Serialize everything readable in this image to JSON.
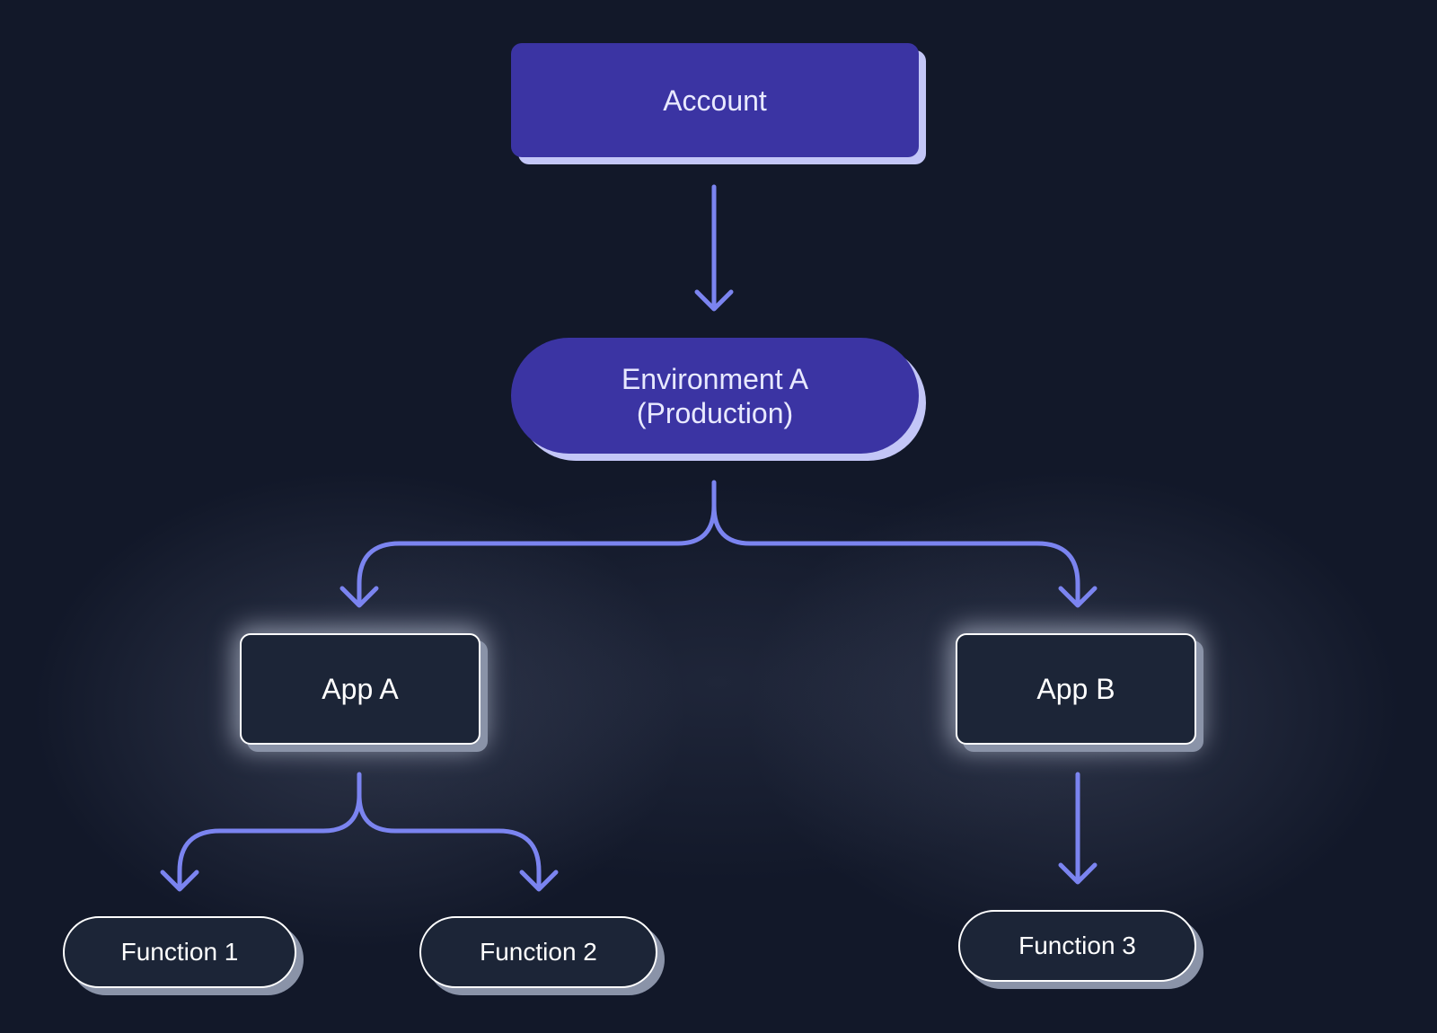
{
  "diagram": {
    "nodes": {
      "account": {
        "label": "Account"
      },
      "environment": {
        "label": "Environment A\n(Production)"
      },
      "app_a": {
        "label": "App A"
      },
      "app_b": {
        "label": "App B"
      },
      "function_1": {
        "label": "Function 1"
      },
      "function_2": {
        "label": "Function 2"
      },
      "function_3": {
        "label": "Function 3"
      }
    },
    "edges": [
      {
        "from": "Account",
        "to": "Environment A (Production)"
      },
      {
        "from": "Environment A (Production)",
        "to": "App A"
      },
      {
        "from": "Environment A (Production)",
        "to": "App B"
      },
      {
        "from": "App A",
        "to": "Function 1"
      },
      {
        "from": "App A",
        "to": "Function 2"
      },
      {
        "from": "App B",
        "to": "Function 3"
      }
    ],
    "colors": {
      "background": "#121829",
      "primary_node_fill": "#3b34a3",
      "primary_node_shadow": "#c3c6f7",
      "secondary_node_fill": "#1c2537",
      "secondary_node_border": "#ffffff",
      "connector": "#7b84f0"
    }
  }
}
